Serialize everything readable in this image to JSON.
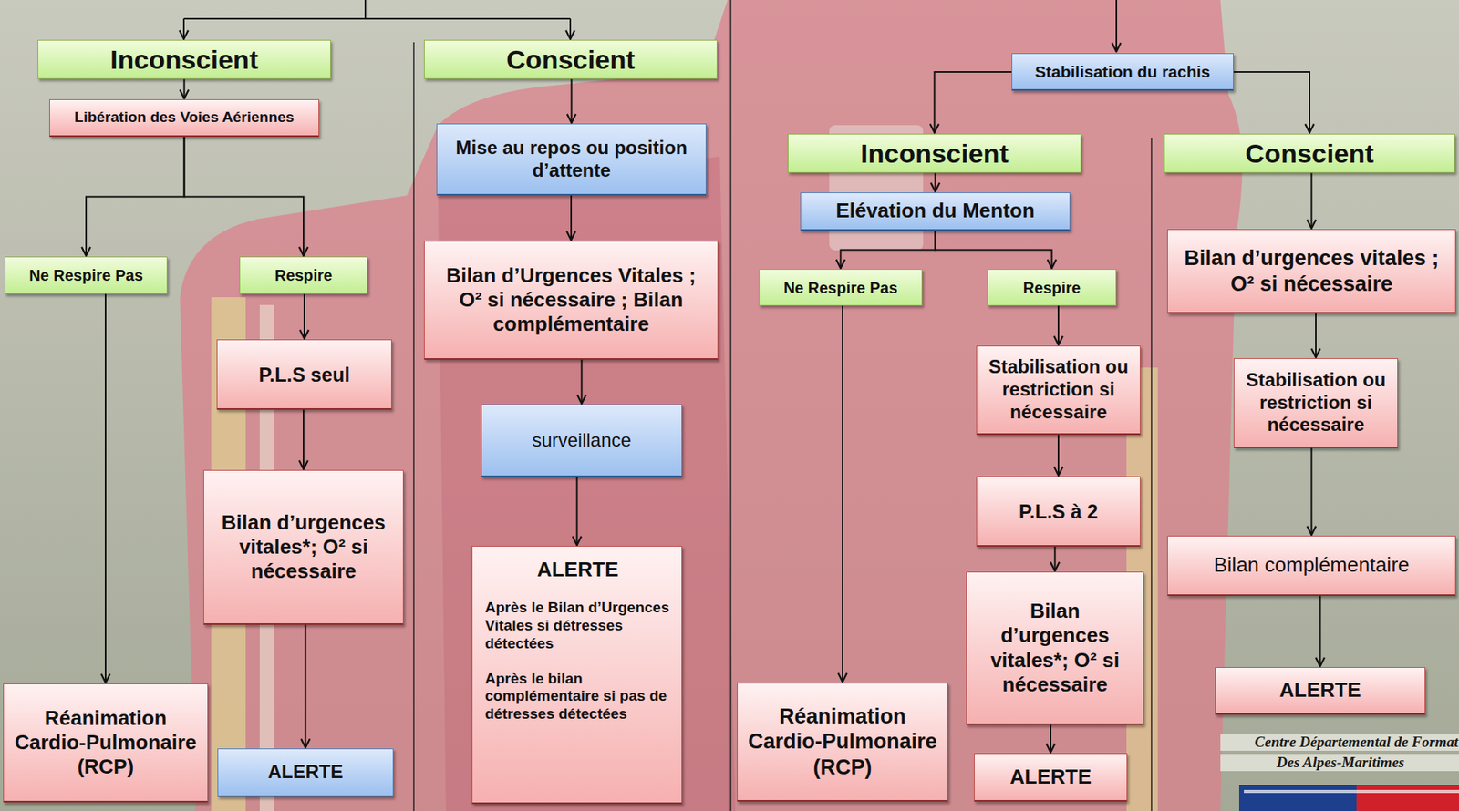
{
  "diagram": {
    "nodes": [
      {
        "text": [
          "Inconscient"
        ]
      },
      {
        "text": [
          "Libération des Voies Aériennes"
        ]
      },
      {
        "text": [
          "Ne Respire Pas"
        ]
      },
      {
        "text": [
          "Respire"
        ]
      },
      {
        "text": [
          "P.L.S seul"
        ]
      },
      {
        "text": [
          "Bilan d’urgences vitales*; O² si nécessaire"
        ]
      },
      {
        "text": [
          "Réanimation Cardio-Pulmonaire (RCP)"
        ]
      },
      {
        "text": [
          "ALERTE"
        ]
      },
      {
        "text": [
          "Conscient"
        ]
      },
      {
        "text": [
          "Mise au repos ou position d’attente"
        ]
      },
      {
        "text": [
          "Bilan d’Urgences Vitales ; O² si nécessaire ; Bilan complémentaire"
        ]
      },
      {
        "text": [
          "surveillance"
        ]
      },
      {
        "text": [
          "ALERTE",
          "Après le Bilan d’Urgences Vitales si détresses détectées",
          "Après le bilan complémentaire si pas de détresses détectées"
        ]
      },
      {
        "text": [
          "Stabilisation du rachis"
        ]
      },
      {
        "text": [
          "Inconscient"
        ]
      },
      {
        "text": [
          "Elévation du Menton"
        ]
      },
      {
        "text": [
          "Ne Respire Pas"
        ]
      },
      {
        "text": [
          "Respire"
        ]
      },
      {
        "text": [
          "Stabilisation ou restriction si nécessaire"
        ]
      },
      {
        "text": [
          "P.L.S à 2"
        ]
      },
      {
        "text": [
          "Bilan d’urgences vitales*; O² si nécessaire"
        ]
      },
      {
        "text": [
          "Réanimation Cardio-Pulmonaire (RCP)"
        ]
      },
      {
        "text": [
          "ALERTE"
        ]
      },
      {
        "text": [
          "Conscient"
        ]
      },
      {
        "text": [
          "Bilan d’urgences vitales ; O² si nécessaire"
        ]
      },
      {
        "text": [
          "Stabilisation ou restriction si nécessaire"
        ]
      },
      {
        "text": [
          "Bilan complémentaire"
        ]
      },
      {
        "text": [
          "ALERTE"
        ]
      }
    ],
    "edges": [
      {
        "from": 0,
        "to": 1,
        "arrow": "to"
      },
      {
        "from": 1,
        "to": 2,
        "arrow": "to"
      },
      {
        "from": 1,
        "to": 3,
        "arrow": "to"
      },
      {
        "from": 3,
        "to": 4,
        "arrow": "to"
      },
      {
        "from": 4,
        "to": 5,
        "arrow": "to"
      },
      {
        "from": 5,
        "to": 7,
        "arrow": "to"
      },
      {
        "from": 2,
        "to": 6,
        "arrow": "to"
      },
      {
        "from": 8,
        "to": 9,
        "arrow": "to"
      },
      {
        "from": 9,
        "to": 10,
        "arrow": "to"
      },
      {
        "from": 10,
        "to": 11,
        "arrow": "to"
      },
      {
        "from": 11,
        "to": 12,
        "arrow": "to"
      },
      {
        "from": 13,
        "to": 14,
        "arrow": "to"
      },
      {
        "from": 13,
        "to": 23,
        "arrow": "to"
      },
      {
        "from": 14,
        "to": 15,
        "arrow": "to"
      },
      {
        "from": 15,
        "to": 16,
        "arrow": "to"
      },
      {
        "from": 15,
        "to": 17,
        "arrow": "to"
      },
      {
        "from": 17,
        "to": 18,
        "arrow": "to"
      },
      {
        "from": 18,
        "to": 19,
        "arrow": "to"
      },
      {
        "from": 19,
        "to": 20,
        "arrow": "to"
      },
      {
        "from": 20,
        "to": 22,
        "arrow": "to"
      },
      {
        "from": 16,
        "to": 21,
        "arrow": "to"
      },
      {
        "from": 23,
        "to": 24,
        "arrow": "to"
      },
      {
        "from": 24,
        "to": 25,
        "arrow": "to"
      },
      {
        "from": 25,
        "to": 26,
        "arrow": "to"
      },
      {
        "from": 26,
        "to": 27,
        "arrow": "to"
      }
    ],
    "labels": [
      "Centre Départemental de Format",
      "Des Alpes-Maritimes"
    ]
  }
}
